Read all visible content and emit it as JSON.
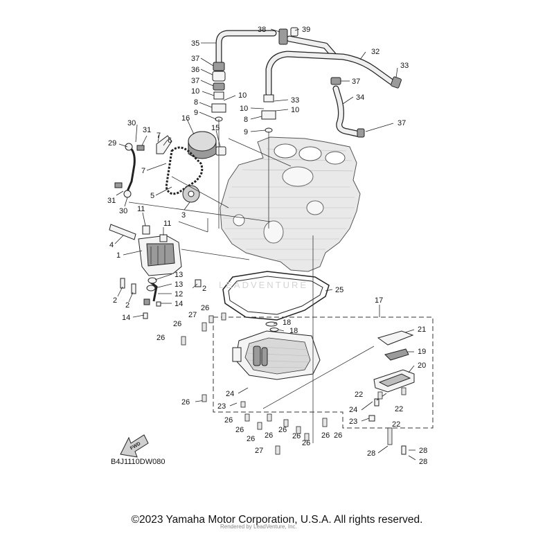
{
  "callouts": {
    "c1": "1",
    "c2a": "2",
    "c2b": "2",
    "c2c": "2",
    "c3": "3",
    "c4": "4",
    "c5": "5",
    "c6": "6",
    "c7a": "7",
    "c7b": "7",
    "c8a": "8",
    "c8b": "8",
    "c9a": "9",
    "c9b": "9",
    "c10a": "10",
    "c10b": "10",
    "c10c": "10",
    "c10d": "10",
    "c11a": "11",
    "c11b": "11",
    "c12": "12",
    "c13a": "13",
    "c13b": "13",
    "c14a": "14",
    "c14b": "14",
    "c15": "15",
    "c16": "16",
    "c17": "17",
    "c18a": "18",
    "c18b": "18",
    "c19": "19",
    "c20": "20",
    "c21": "21",
    "c22a": "22",
    "c22b": "22",
    "c22c": "22",
    "c23a": "23",
    "c23b": "23",
    "c24a": "24",
    "c24b": "24",
    "c25": "25",
    "c26a": "26",
    "c26b": "26",
    "c26c": "26",
    "c26d": "26",
    "c26e": "26",
    "c26f": "26",
    "c26g": "26",
    "c26h": "26",
    "c26i": "26",
    "c26j": "26",
    "c26k": "26",
    "c26l": "26",
    "c26m": "26",
    "c27a": "27",
    "c27b": "27",
    "c28a": "28",
    "c28b": "28",
    "c28c": "28",
    "c29": "29",
    "c30a": "30",
    "c30b": "30",
    "c31a": "31",
    "c31b": "31",
    "c32": "32",
    "c33a": "33",
    "c33b": "33",
    "c34": "34",
    "c35": "35",
    "c36": "36",
    "c37a": "37",
    "c37b": "37",
    "c37c": "37",
    "c37d": "37",
    "c38": "38",
    "c39": "39"
  },
  "fwd_label": "FWD",
  "diagram_code": "B4J1110DW080",
  "watermark": "LEADVENTURE",
  "rendered_note": "Rendered by LeadVenture, Inc.",
  "copyright": "©2023 Yamaha Motor Corporation, U.S.A. All rights reserved."
}
